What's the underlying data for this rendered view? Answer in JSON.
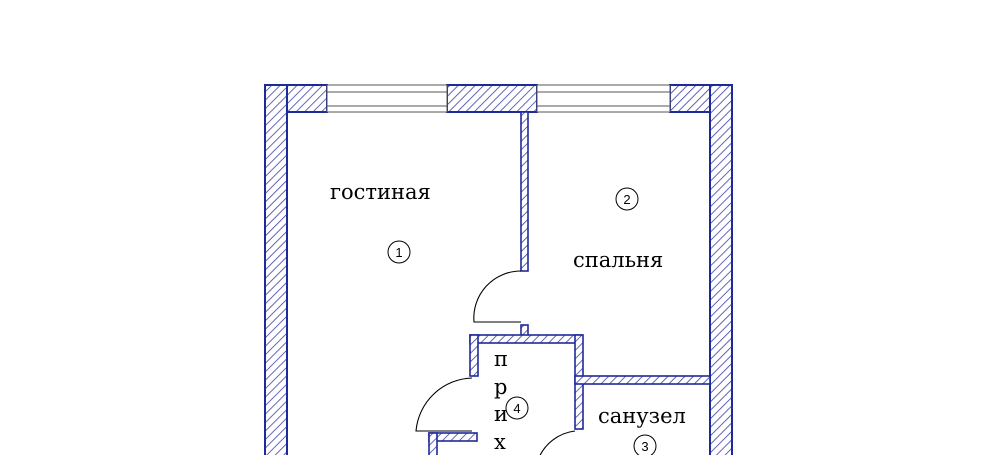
{
  "rooms": {
    "living": {
      "name": "гостиная",
      "number": "1"
    },
    "bedroom": {
      "name": "спальня",
      "number": "2"
    },
    "bathroom": {
      "name": "санузел",
      "number": "3"
    },
    "hallway": {
      "name_letters": [
        "п",
        "р",
        "и",
        "х"
      ],
      "number": "4"
    }
  },
  "colors": {
    "wall_outline": "#1f2a99",
    "hatch": "#3a3fa8"
  }
}
